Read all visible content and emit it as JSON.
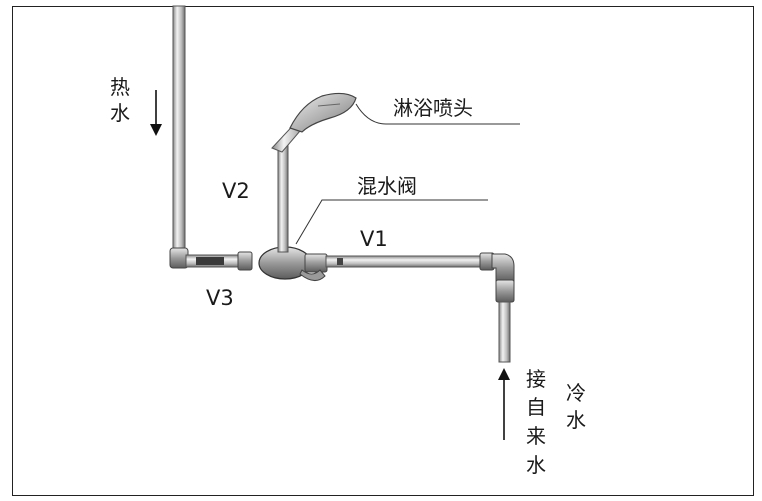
{
  "labels": {
    "hot_water": [
      "热",
      "水"
    ],
    "shower_head": "淋浴喷头",
    "mixing_valve": "混水阀",
    "v1": "V1",
    "v2": "V2",
    "v3": "V3",
    "cold_water": [
      "冷",
      "水"
    ],
    "tap_water": [
      "接",
      "自",
      "来",
      "水"
    ]
  }
}
